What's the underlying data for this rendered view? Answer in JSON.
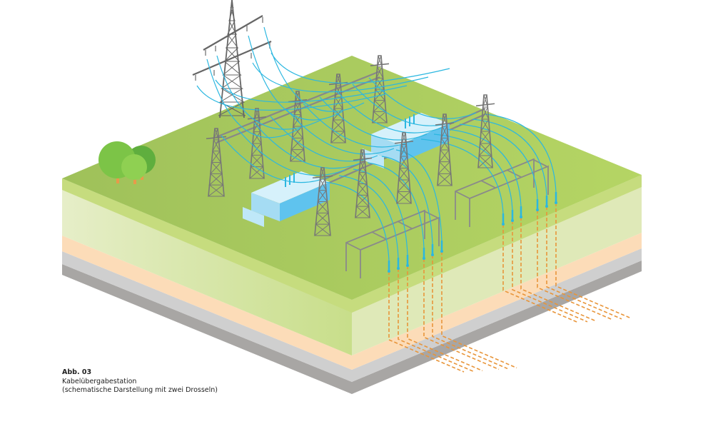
{
  "caption": {
    "figure_number": "Abb. 03",
    "title": "Kabelübergabestation",
    "subtitle": "(schematische Darstellung mit zwei Drosseln)"
  },
  "colors": {
    "grass": "#a9cc5c",
    "soil_light": "#dfe9b8",
    "sand": "#fcdcb8",
    "gravel_light": "#cfcfcf",
    "gravel_dark": "#a8a6a4",
    "cable_overhead": "#2bb7e0",
    "cable_underground": "#e8953a",
    "steel": "#777777",
    "reactor": "#b9e6f7"
  }
}
